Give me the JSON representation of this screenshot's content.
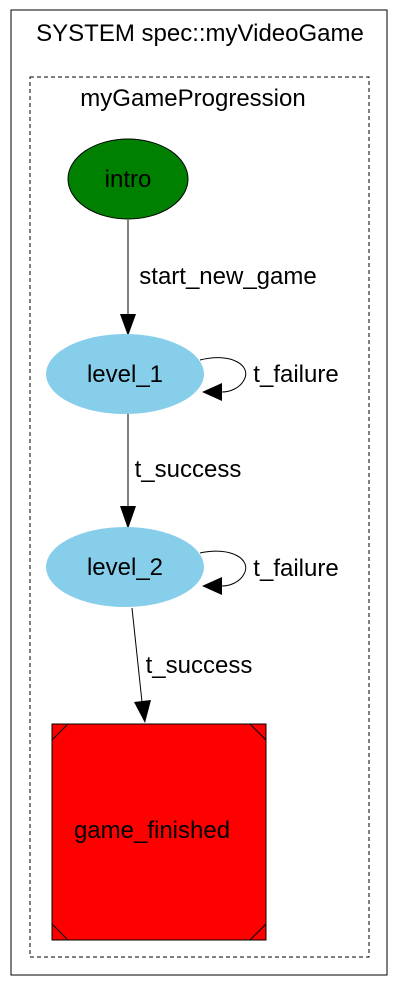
{
  "system": {
    "title": "SYSTEM spec::myVideoGame"
  },
  "cluster": {
    "title": "myGameProgression"
  },
  "states": {
    "intro": {
      "label": "intro",
      "color": "#008000"
    },
    "level_1": {
      "label": "level_1",
      "color": "#87CEEB"
    },
    "level_2": {
      "label": "level_2",
      "color": "#87CEEB"
    },
    "game_finished": {
      "label": "game_finished",
      "color": "#FF0000"
    }
  },
  "transitions": {
    "intro_to_level_1": {
      "label": "start_new_game",
      "from": "intro",
      "to": "level_1"
    },
    "level_1_self": {
      "label": "t_failure",
      "from": "level_1",
      "to": "level_1"
    },
    "level_1_to_level_2": {
      "label": "t_success",
      "from": "level_1",
      "to": "level_2"
    },
    "level_2_self": {
      "label": "t_failure",
      "from": "level_2",
      "to": "level_2"
    },
    "level_2_to_game_finished": {
      "label": "t_success",
      "from": "level_2",
      "to": "game_finished"
    }
  }
}
